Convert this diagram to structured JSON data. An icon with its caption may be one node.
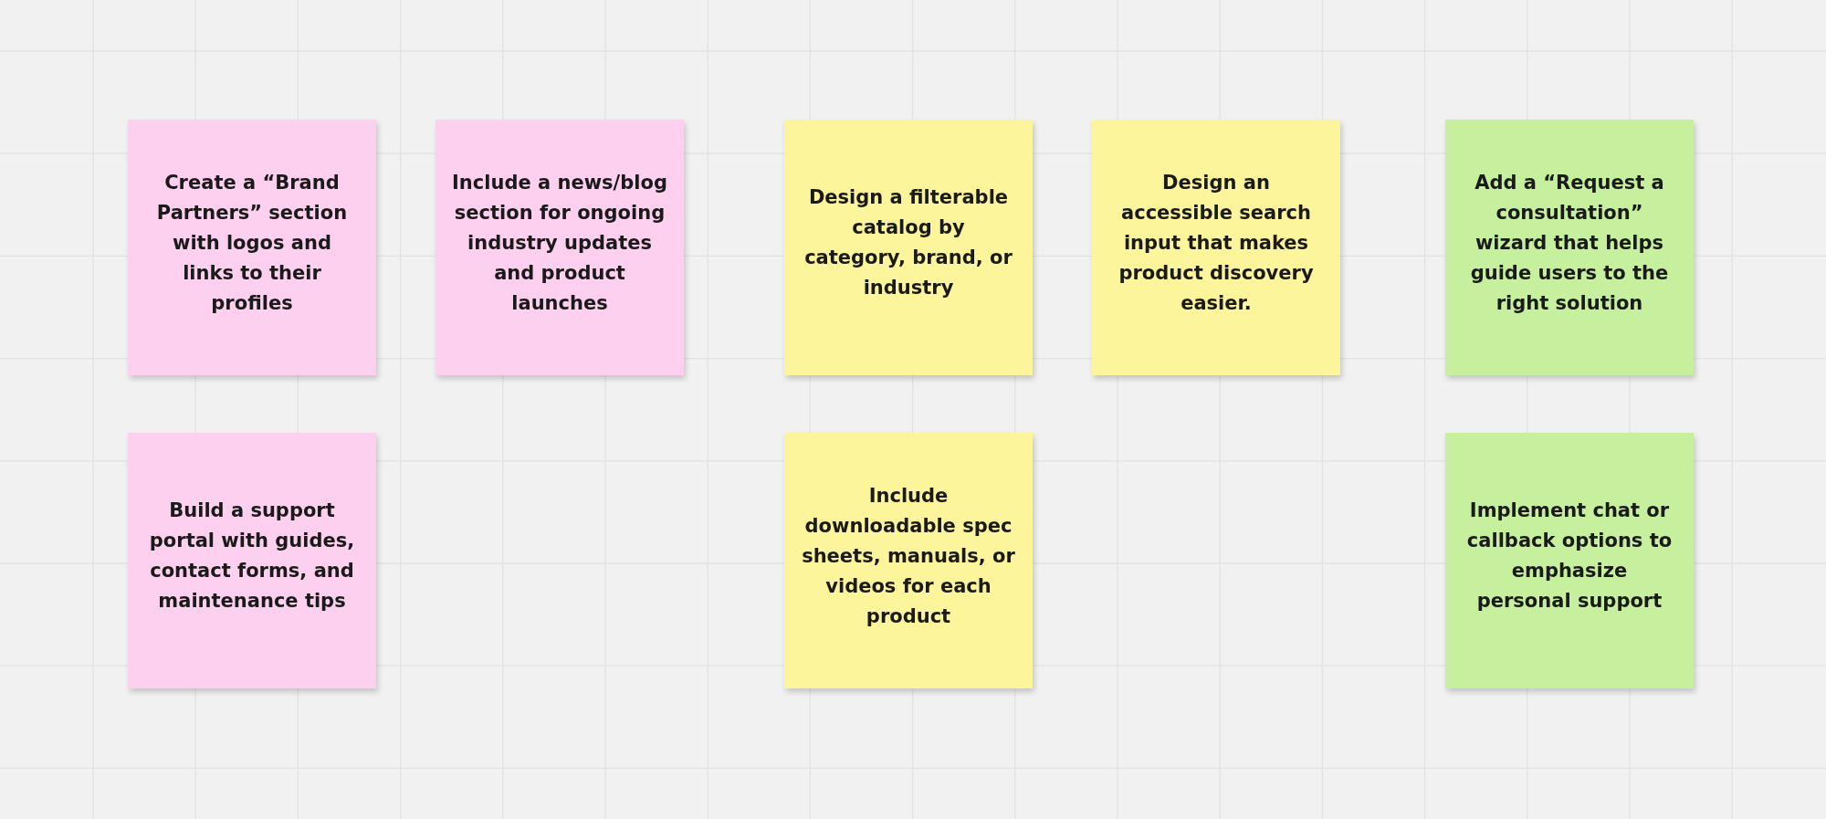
{
  "diagram": {
    "nodes": [
      {
        "text": [
          "Create a “Brand Partners” section with logos and links to their profiles"
        ]
      },
      {
        "text": [
          "Include a news/blog section for ongoing industry updates and product launches"
        ]
      },
      {
        "text": [
          "Design a filterable catalog by category, brand, or industry"
        ]
      },
      {
        "text": [
          "Design an accessible search input that makes product discovery easier."
        ]
      },
      {
        "text": [
          "Add a “Request a consultation” wizard that helps guide users to the right solution"
        ]
      },
      {
        "text": [
          "Build a support portal with guides, contact forms, and maintenance tips"
        ]
      },
      {
        "text": [
          "Include downloadable spec sheets, manuals, or videos for each product"
        ]
      },
      {
        "text": [
          "Implement chat or callback options to emphasize personal support"
        ]
      }
    ]
  }
}
